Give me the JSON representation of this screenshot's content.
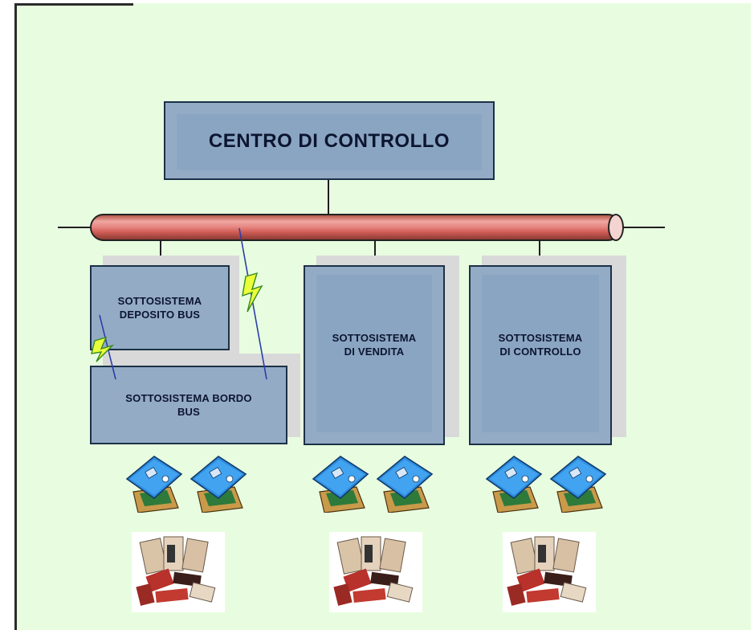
{
  "diagram": {
    "center": {
      "label": "CENTRO DI CONTROLLO"
    },
    "subsystems": [
      {
        "id": "deposito",
        "line1": "SOTTOSISTEMA",
        "line2": "DEPOSITO BUS"
      },
      {
        "id": "bordo",
        "line1": "SOTTOSISTEMA BORDO",
        "line2": "BUS"
      },
      {
        "id": "vendita",
        "line1": "SOTTOSISTEMA",
        "line2": "DI VENDITA"
      },
      {
        "id": "controllo",
        "line1": "SOTTOSISTEMA",
        "line2": "DI CONTROLLO"
      }
    ]
  },
  "icons": {
    "card": "smart-card-reader-icon",
    "tickets": "ticket-stack-icon",
    "wireless": "lightning-wireless-icon"
  },
  "colors": {
    "background": "#e8fde0",
    "box": "#94abc6",
    "pipe": "#e88b86"
  }
}
